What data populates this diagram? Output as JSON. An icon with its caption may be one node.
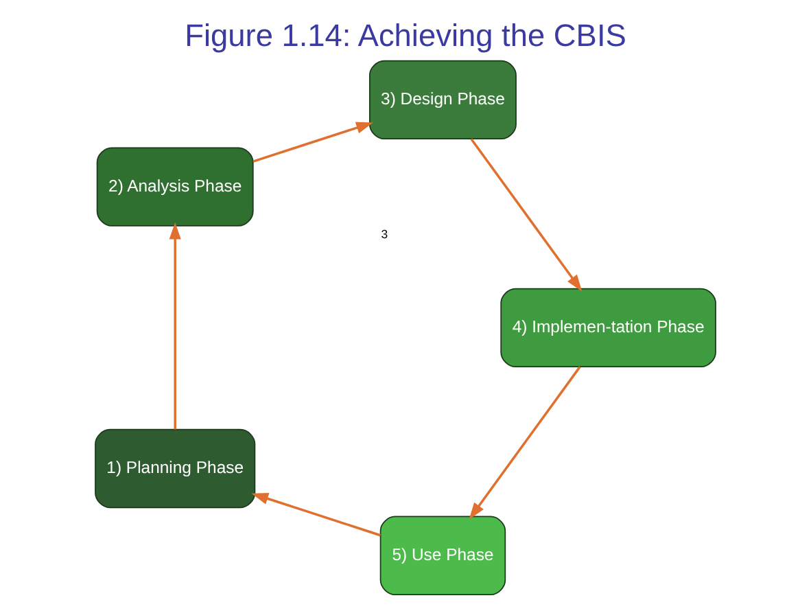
{
  "diagram": {
    "title": "Figure 1.14: Achieving the CBIS",
    "nodes": [
      {
        "text": [
          "5) Use Phase"
        ]
      },
      {
        "text": [
          "1) Planning Phase"
        ]
      },
      {
        "text": [
          "2) Analysis Phase"
        ]
      },
      {
        "text": [
          "3) Design Phase"
        ]
      },
      {
        "text": [
          "4) Implemen-tation Phase"
        ]
      }
    ],
    "edges": [
      {
        "from": 0,
        "to": 1,
        "arrow": "to"
      },
      {
        "from": 1,
        "to": 2,
        "arrow": "to"
      },
      {
        "from": 2,
        "to": 3,
        "arrow": "to"
      },
      {
        "from": 3,
        "to": 4,
        "arrow": "to"
      },
      {
        "from": 4,
        "to": 0,
        "arrow": "to"
      }
    ],
    "labels": [
      "3"
    ]
  }
}
